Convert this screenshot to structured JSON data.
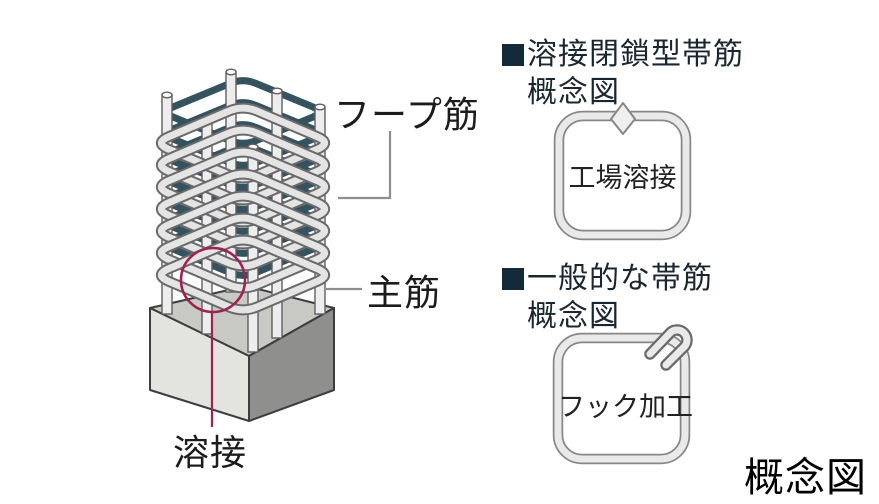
{
  "figure": {
    "labels": {
      "hoop_bar": "フープ筋",
      "main_bar": "主筋",
      "weld": "溶接"
    }
  },
  "panels": [
    {
      "title_line1": "溶接閉鎖型帯筋",
      "title_line2": "概念図",
      "box_label": "工場溶接"
    },
    {
      "title_line1": "一般的な帯筋",
      "title_line2": "概念図",
      "box_label": "フック加工"
    }
  ],
  "footer_caption": "概念図",
  "colors": {
    "accent_weld": "#9e2350",
    "hoop_band_dark": "#35525f",
    "heading_text": "#1b2730",
    "bullet_square": "#132a38",
    "leader_line": "#8e8e8e",
    "rebar_light": "#e4e4e4",
    "rebar_fill": "#ededed",
    "rebar_casing": "#6a6a6a",
    "tube_inner": "#e9e9e9",
    "tube_casing": "#878787",
    "base_top": "#c8c8c5",
    "base_left": "#e3e3e0",
    "base_right": "#8f8f8d"
  }
}
